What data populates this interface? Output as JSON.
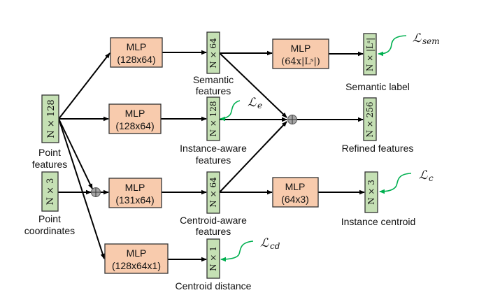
{
  "diagram": {
    "inputs": [
      {
        "id": "point_features",
        "dim": "N × 128",
        "label_lines": [
          "Point",
          "features"
        ]
      },
      {
        "id": "point_coordinates",
        "dim": "N × 3",
        "label_lines": [
          "Point",
          "coordinates"
        ]
      }
    ],
    "mlps": [
      {
        "id": "mlp_semantic",
        "title": "MLP",
        "size": "(128x64)"
      },
      {
        "id": "mlp_instance",
        "title": "MLP",
        "size": "(128x64)"
      },
      {
        "id": "mlp_centroid_aware",
        "title": "MLP",
        "size": "(131x64)"
      },
      {
        "id": "mlp_centroid_distance",
        "title": "MLP",
        "size": "(128x64x1)"
      },
      {
        "id": "mlp_semantic_label",
        "title": "MLP",
        "size": "(64x|Lˢ|)"
      },
      {
        "id": "mlp_instance_centroid",
        "title": "MLP",
        "size": "(64x3)"
      }
    ],
    "features": [
      {
        "id": "semantic_features",
        "dim": "N × 64",
        "label_lines": [
          "Semantic",
          "features"
        ]
      },
      {
        "id": "instance_aware_features",
        "dim": "N × 128",
        "label_lines": [
          "Instance-aware",
          "features"
        ]
      },
      {
        "id": "centroid_aware_features",
        "dim": "N × 64",
        "label_lines": [
          "Centroid-aware",
          "features"
        ]
      },
      {
        "id": "centroid_distance",
        "dim": "N × 1",
        "label_lines": [
          "Centroid distance"
        ]
      },
      {
        "id": "semantic_label",
        "dim": "N × |Lˢ|",
        "label_lines": [
          "Semantic label"
        ]
      },
      {
        "id": "refined_features",
        "dim": "N × 256",
        "label_lines": [
          "Refined features"
        ]
      },
      {
        "id": "instance_centroid",
        "dim": "N × 3",
        "label_lines": [
          "Instance centroid"
        ]
      }
    ],
    "losses": {
      "sem": {
        "symbol": "ℒ",
        "sub": "sem"
      },
      "e": {
        "symbol": "ℒ",
        "sub": "e"
      },
      "c": {
        "symbol": "ℒ",
        "sub": "c"
      },
      "cd": {
        "symbol": "ℒ",
        "sub": "cd"
      }
    },
    "colors": {
      "mlp_fill": "#F8CBAD",
      "feature_fill": "#C5E0B4",
      "loss_arrow": "#00B050",
      "concat_node": "#A6A6A6"
    }
  }
}
